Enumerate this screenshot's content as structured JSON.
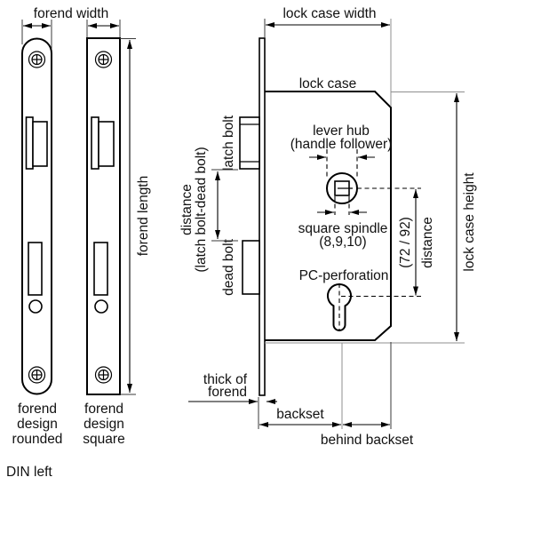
{
  "diagram": {
    "title": "mortise lock dimension diagram",
    "labels": {
      "forend_width": "forend width",
      "lock_case_width": "lock case width",
      "forend_length": "forend length",
      "lock_case": "lock case",
      "latch_bolt": "latch bolt",
      "dead_bolt": "dead bolt",
      "bolt_distance_line1": "distance",
      "bolt_distance_line2": "(latch bolt-dead bolt)",
      "lever_hub_line1": "lever hub",
      "lever_hub_line2": "(handle follower)",
      "square_spindle_line1": "square spindle",
      "square_spindle_line2": "(8,9,10)",
      "pc_perforation": "PC-perforation",
      "spindle_pc_value": "(72 / 92)",
      "spindle_pc_label": "distance",
      "lock_case_height": "lock case height",
      "thick_of_forend_line1": "thick of",
      "thick_of_forend_line2": "forend",
      "backset": "backset",
      "behind_backset": "behind backset",
      "forend_rounded_line1": "forend",
      "forend_rounded_line2": "design",
      "forend_rounded_line3": "rounded",
      "forend_square_line1": "forend",
      "forend_square_line2": "design",
      "forend_square_line3": "square",
      "din_variant": "DIN left"
    },
    "colors": {
      "line": "#000000",
      "extension_line": "#8f8f8f",
      "background": "#ffffff",
      "text": "#111111"
    }
  }
}
